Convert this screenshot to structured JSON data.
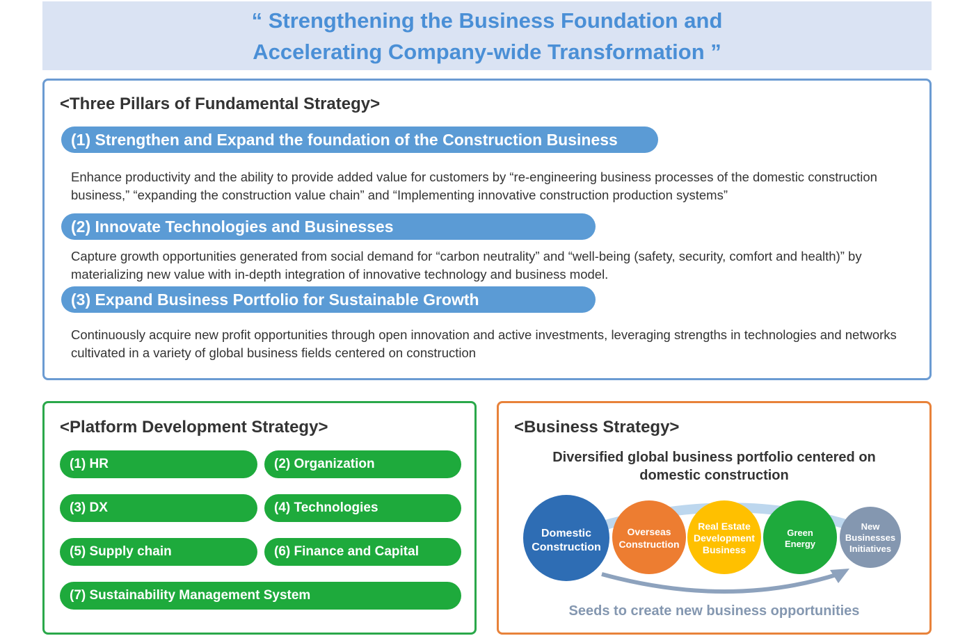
{
  "banner": {
    "line1": "“ Strengthening the Business Foundation and",
    "line2": "Accelerating Company-wide Transformation ”"
  },
  "pillars": {
    "heading": "<Three Pillars of Fundamental Strategy>",
    "items": [
      {
        "title": "(1) Strengthen and Expand the foundation of the Construction Business",
        "desc": "Enhance productivity and the ability to provide added value for customers by “re-engineering business processes of the domestic construction business,” “expanding the construction value chain” and “Implementing innovative construction production systems”"
      },
      {
        "title": "(2) Innovate Technologies and Businesses",
        "desc": "Capture growth opportunities generated from social demand for “carbon neutrality” and “well-being (safety, security, comfort and health)” by materializing new value with in-depth integration of innovative technology and business model."
      },
      {
        "title": "(3) Expand Business Portfolio for Sustainable Growth",
        "desc": "Continuously acquire new profit opportunities through open innovation and active investments, leveraging strengths in technologies and networks cultivated in a variety of global business fields centered on construction"
      }
    ]
  },
  "platform": {
    "heading": "<Platform Development Strategy>",
    "items": [
      "(1) HR",
      "(2) Organization",
      "(3) DX",
      "(4) Technologies",
      "(5) Supply chain",
      "(6) Finance and Capital",
      "(7) Sustainability Management System"
    ]
  },
  "business": {
    "heading": "<Business Strategy>",
    "subtitle_line1": "Diversified global business portfolio centered on",
    "subtitle_line2": "domestic construction",
    "circles": [
      {
        "line1": "Domestic",
        "line2": "Construction",
        "line3": "",
        "color": "#2e6db4"
      },
      {
        "line1": "Overseas",
        "line2": "Construction",
        "line3": "",
        "color": "#ed7d31"
      },
      {
        "line1": "Real Estate",
        "line2": "Development",
        "line3": "Business",
        "color": "#ffc000"
      },
      {
        "line1": "Green",
        "line2": "Energy",
        "line3": "",
        "color": "#1eaa3c"
      },
      {
        "line1": "New",
        "line2": "Businesses",
        "line3": "Initiatives",
        "color": "#8497b0"
      }
    ],
    "bottom_note": "Seeds to create new business opportunities"
  }
}
